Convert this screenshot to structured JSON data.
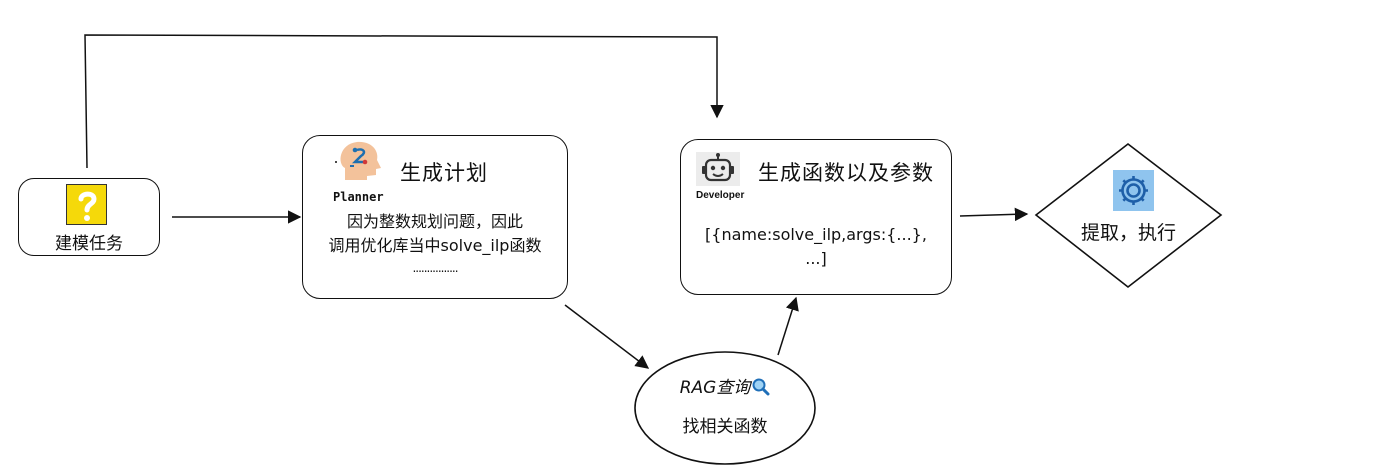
{
  "start": {
    "label": "建模任务",
    "icon": "question-mark-icon"
  },
  "planner": {
    "role": "Planner",
    "title": "生成计划",
    "line1": "因为整数规划问题，因此",
    "line2": "调用优化库当中solve_ilp函数",
    "line3": "................",
    "icon": "planner-head-icon"
  },
  "developer": {
    "role": "Developer",
    "title": "生成函数以及参数",
    "line1": "[{name:solve_ilp,args:{...},",
    "line2": "...]",
    "icon": "robot-icon"
  },
  "rag": {
    "title": "RAG查询",
    "subtitle": "找相关函数",
    "icon": "magnifier-icon"
  },
  "execute": {
    "label": "提取，执行",
    "icon": "gear-icon"
  },
  "colors": {
    "line": "#111111",
    "question_bg": "#f5d90a",
    "gear_bg": "#8fc4ee",
    "planner_skin": "#f3c29b"
  }
}
